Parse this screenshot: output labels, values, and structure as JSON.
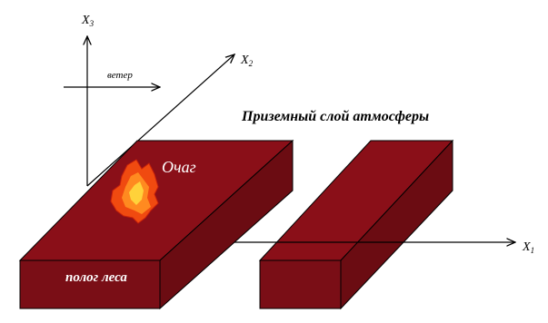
{
  "axes": {
    "x1": {
      "letter": "X",
      "sub": "1"
    },
    "x2": {
      "letter": "X",
      "sub": "2"
    },
    "x3": {
      "letter": "X",
      "sub": "3"
    }
  },
  "wind_label": "ветер",
  "surface_layer_label": "Приземный слой атмосферы",
  "focus_label": "Очаг",
  "canopy_label": "полог леса",
  "colors": {
    "block_front": "#7a0e16",
    "block_top": "#8a0f18",
    "block_side": "#6b0c12",
    "fire_outer": "#f04a10",
    "fire_mid": "#ff8a20",
    "fire_inner": "#ffd23a",
    "text_on_block": "#ffffff",
    "lines": "#000000"
  }
}
